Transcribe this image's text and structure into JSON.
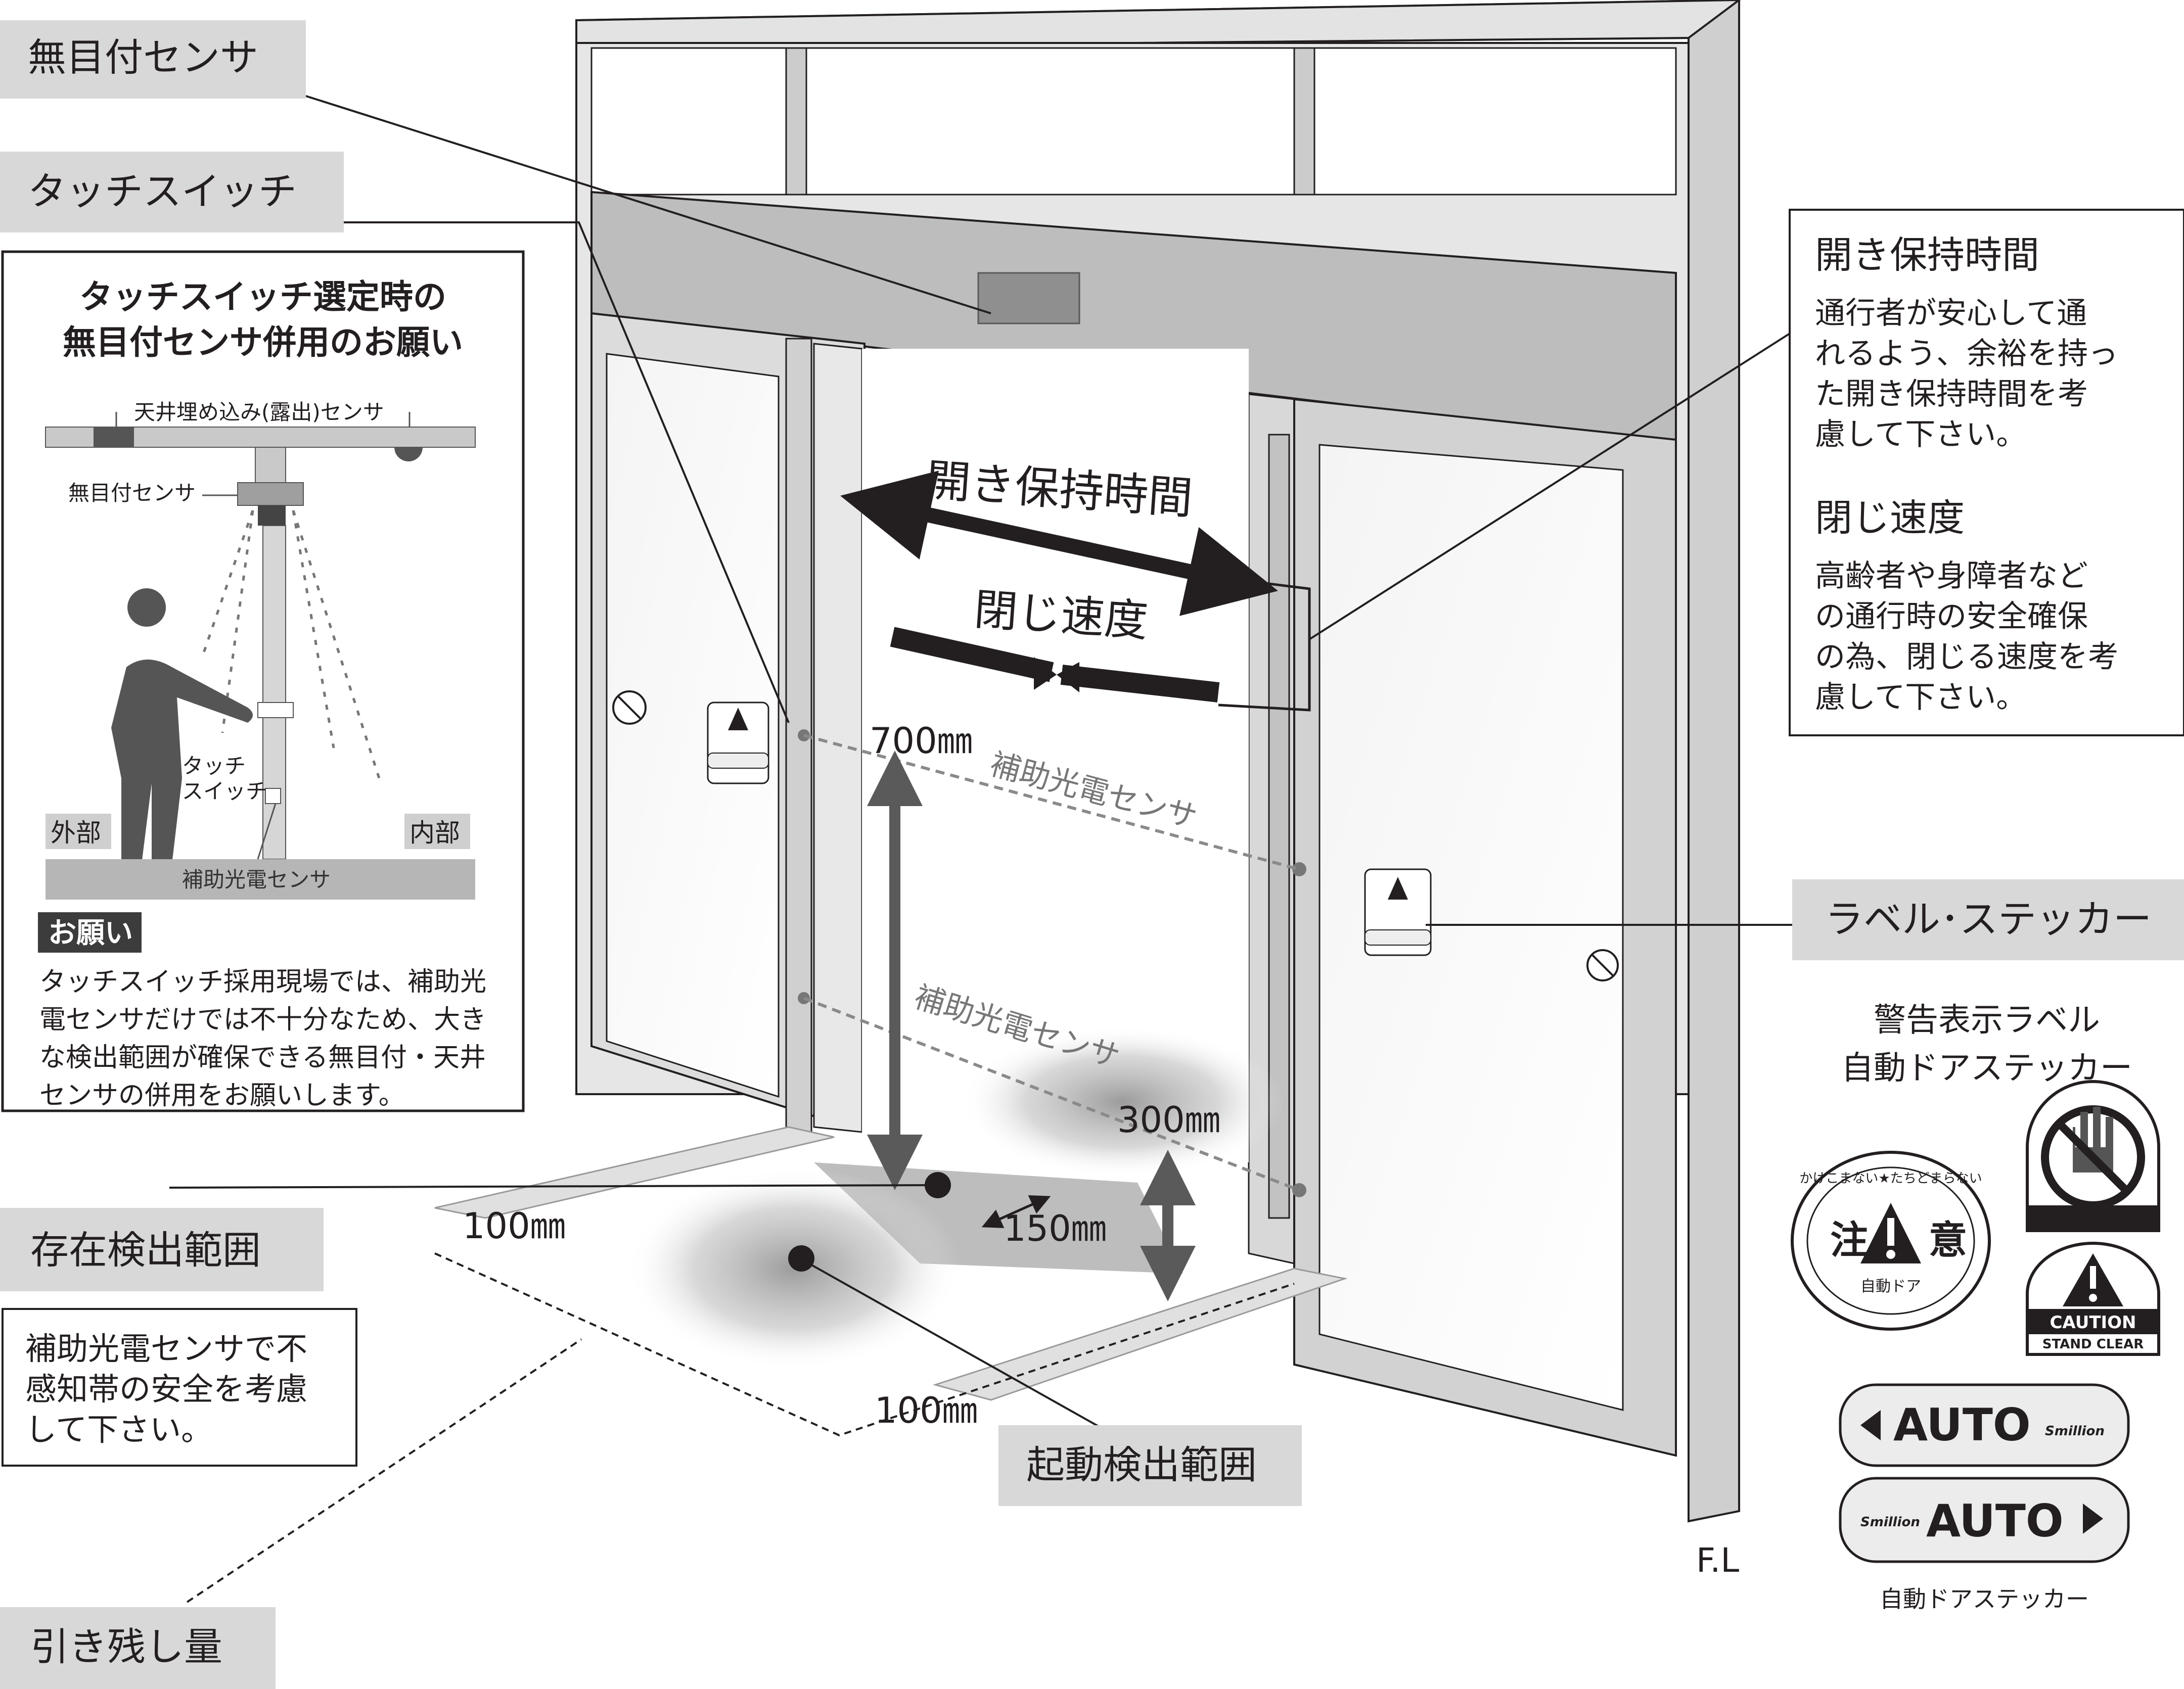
{
  "callouts": {
    "nomesensor": "無目付センサ",
    "touchswitch": "タッチスイッチ",
    "presence": "存在検出範囲",
    "activation": "起動検出範囲",
    "leftover": "引き残し量",
    "label_sticker": "ラベル･ステッカー"
  },
  "info_box": {
    "title_line1": "タッチスイッチ選定時の",
    "title_line2": "無目付センサ併用のお願い",
    "ceiling_sensor": "天井埋め込み(露出)センサ",
    "nome_sensor": "無目付センサ",
    "touch_switch_l1": "タッチ",
    "touch_switch_l2": "スイッチ",
    "outside": "外部",
    "inside": "内部",
    "aux_sensor": "補助光電センサ",
    "request_badge": "お願い",
    "request_lines": [
      "タッチスイッチ採用現場では、補助光",
      "電センサだけでは不十分なため、大き",
      "な検出範囲が確保できる無目付・天井",
      "センサの併用をお願いします。"
    ]
  },
  "right_panel": {
    "hold_title": "開き保持時間",
    "hold_lines": [
      "通行者が安心して通",
      "れるよう、余裕を持っ",
      "た開き保持時間を考",
      "慮して下さい。"
    ],
    "close_title": "閉じ速度",
    "close_lines": [
      "高齢者や身障者など",
      "の通行時の安全確保",
      "の為、閉じる速度を考",
      "慮して下さい。"
    ]
  },
  "presence_note_lines": [
    "補助光電センサで不",
    "感知帯の安全を考慮",
    "して下さい。"
  ],
  "diagram": {
    "hold_time": "開き保持時間",
    "close_speed": "閉じ速度",
    "aux_sensor_upper": "補助光電センサ",
    "aux_sensor_lower": "補助光電センサ",
    "dim_700": "700㎜",
    "dim_300": "300㎜",
    "dim_150": "150㎜",
    "dim_100_top": "100㎜",
    "dim_100_bottom": "100㎜",
    "floor_line": "F.L"
  },
  "stickers": {
    "heading_line1": "警告表示ラベル",
    "heading_line2": "自動ドアステッカー",
    "caution_ring_text": "かけこまない★たちどまらない",
    "caution_left": "注",
    "caution_right": "意",
    "caution_sub": "自動ドア",
    "caution_label": "CAUTION",
    "stand_clear": "STAND CLEAR",
    "auto_label": "AUTO",
    "brand": "Smillion",
    "footer": "自動ドアステッカー"
  },
  "colors": {
    "ink": "#231f20",
    "callout_gray": "#d8d8d8",
    "frame_gray": "#c8c8c8",
    "panel_gray": "#dedede",
    "arrow_gray": "#5a5a5a",
    "sensor_zone": "#9a9a9a"
  }
}
